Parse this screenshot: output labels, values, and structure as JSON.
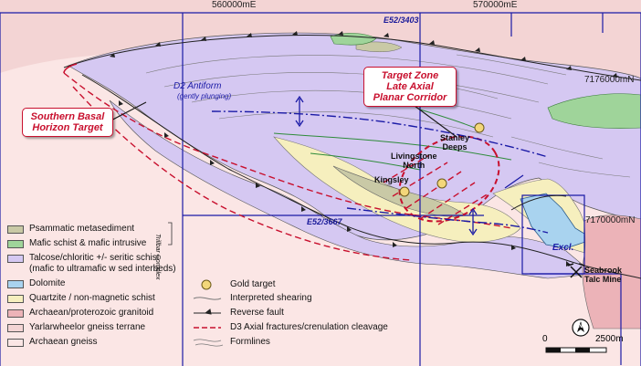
{
  "grid": {
    "easting": [
      "560000mE",
      "570000mE"
    ],
    "northing": [
      "7176000mN",
      "7170000mN"
    ]
  },
  "tenements": [
    "E52/3403",
    "E52/3667"
  ],
  "structure": {
    "antiform_title": "D2 Antiform",
    "antiform_note": "(gently plunging)",
    "excl": "Excl."
  },
  "targets": {
    "zone": [
      "Target Zone",
      "Late Axial",
      "Planar Corridor"
    ],
    "southern": [
      "Southern Basal",
      "Horizon Target"
    ]
  },
  "places": {
    "stanley": [
      "Stanley",
      "Deeps"
    ],
    "livingstone": [
      "Livingstone",
      "North"
    ],
    "kingsley": "Kingsley",
    "seabrook": [
      "Seabrook",
      "Talc Mine"
    ]
  },
  "legend": {
    "units": [
      {
        "label": "Psammatic metasediment",
        "color": "#c9c9a6"
      },
      {
        "label": "Mafic schist & mafic intrusive",
        "color": "#9fd49a"
      },
      {
        "label": "Talcose/chloritic +/- seritic schist",
        "label2": "(mafic to ultramafic w sed interbeds)",
        "color": "#d5c8f2"
      },
      {
        "label": "Dolomite",
        "color": "#a9d3ef"
      },
      {
        "label": "Quartzite / non-magnetic schist",
        "color": "#f6efbe"
      },
      {
        "label": "Archaean/proterozoic granitoid",
        "color": "#ecb3b8"
      },
      {
        "label": "Yarlarwheelor gneiss terrane",
        "color": "#f3d4d4"
      },
      {
        "label": "Archaean gneiss",
        "color": "#fbe6e5"
      }
    ],
    "group": "Trillbar Complex",
    "symbols": [
      "Gold target",
      "Interpreted shearing",
      "Reverse fault",
      "D3 Axial fractures/crenulation cleavage",
      "Formlines"
    ]
  },
  "scale": {
    "start": "0",
    "end": "2500m"
  },
  "north": "N",
  "colors": {
    "tenement_line": "#1a1aa6",
    "target_red": "#c8102e",
    "gold": "#f3d77a"
  }
}
